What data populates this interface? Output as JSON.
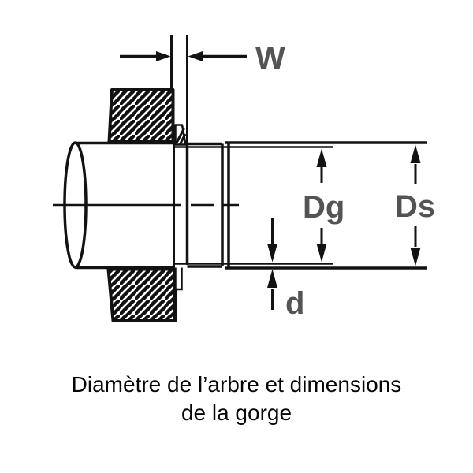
{
  "diagram": {
    "title_hint": "shaft-and-groove-dimensions",
    "labels": {
      "w": "W",
      "dg": "Dg",
      "ds": "Ds",
      "d": "d"
    },
    "caption_line1": "Diamètre de l’arbre et dimensions",
    "caption_line2": "de la gorge",
    "colors": {
      "line": "#121212",
      "dimension_label": "#545456",
      "caption": "#050505",
      "background": "#ffffff"
    }
  }
}
